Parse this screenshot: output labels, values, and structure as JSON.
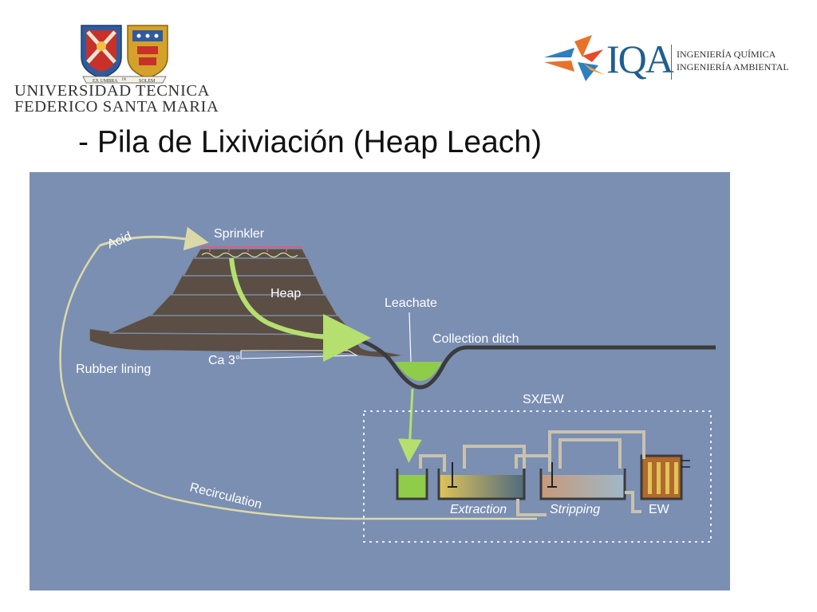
{
  "usm": {
    "motto_left": "EX UMBRA",
    "motto_mid": "IN",
    "motto_right": "SOLEM",
    "name_line1": "UNIVERSIDAD TECNICA",
    "name_line2": "FEDERICO SANTA MARIA"
  },
  "iqa": {
    "letters": "IQA",
    "line1": "INGENIERÍA QUÍMICA",
    "line2": "INGENIERÍA AMBIENTAL"
  },
  "slide": {
    "title": "- Pila de Lixiviación (Heap Leach)"
  },
  "diagram": {
    "labels": {
      "acid": "Acid",
      "sprinkler": "Sprinkler",
      "heap": "Heap",
      "leachate": "Leachate",
      "collection_ditch": "Collection ditch",
      "rubber_lining": "Rubber lining",
      "ca3": "Ca 3°",
      "sxew": "SX/EW",
      "recirculation": "Recirculation",
      "extraction": "Extraction",
      "stripping": "Stripping",
      "ew": "EW"
    },
    "colors": {
      "background": "#7b8fb3",
      "heap": "#5a4e45",
      "heap_edge": "#7d8ca6",
      "flow_arrow": "#b5df6e",
      "leachate": "#8fcc4a",
      "recirculation_line": "#dcd9a8",
      "sxew_border": "#e8ecf4"
    }
  }
}
